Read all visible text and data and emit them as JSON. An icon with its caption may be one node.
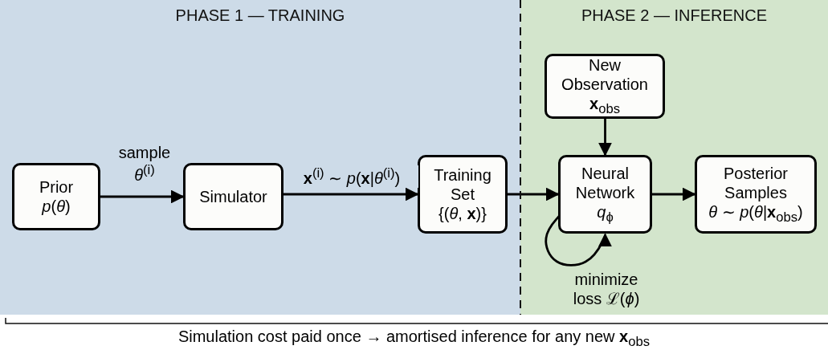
{
  "diagram": {
    "caption": "Simulation cost paid once → amortised inference for any new **x**$_{obs}$",
    "nodes": [
      {
        "text": [
          "PHASE 1 — TRAINING"
        ]
      },
      {
        "text": [
          "PHASE 2 — INFERENCE"
        ]
      },
      {
        "text": [
          "Prior",
          "*p*(*θ*)"
        ],
        "in": 0
      },
      {
        "text": [
          "Simulator"
        ],
        "in": 0
      },
      {
        "text": [
          "Training Set",
          "{(*θ*, **x**)}"
        ],
        "in": 0
      },
      {
        "text": [
          "New Observation",
          "**x**$_{obs}$"
        ],
        "in": 1
      },
      {
        "text": [
          "Neural Network",
          "*q*$_{ϕ}$"
        ],
        "in": 1
      },
      {
        "text": [
          "Posterior Samples",
          "*θ* ∼ *p*(*θ*|**x**$_{obs}$)"
        ],
        "in": 1
      }
    ],
    "edges": [
      {
        "from": 2,
        "to": 3,
        "arrow": "to",
        "label": "sample *θ*$^{(i)}$"
      },
      {
        "from": 3,
        "to": 4,
        "arrow": "to",
        "label": "**x**$^{(i)}$ ∼ *p*(**x**|*θ*$^{(i)}$)"
      },
      {
        "from": 4,
        "to": 6,
        "arrow": "to"
      },
      {
        "from": 5,
        "to": 6,
        "arrow": "to"
      },
      {
        "from": 6,
        "to": 7,
        "arrow": "to"
      },
      {
        "from": 6,
        "to": 6,
        "arrow": "to",
        "label": "minimize loss ℒ(*ϕ*)"
      }
    ]
  }
}
